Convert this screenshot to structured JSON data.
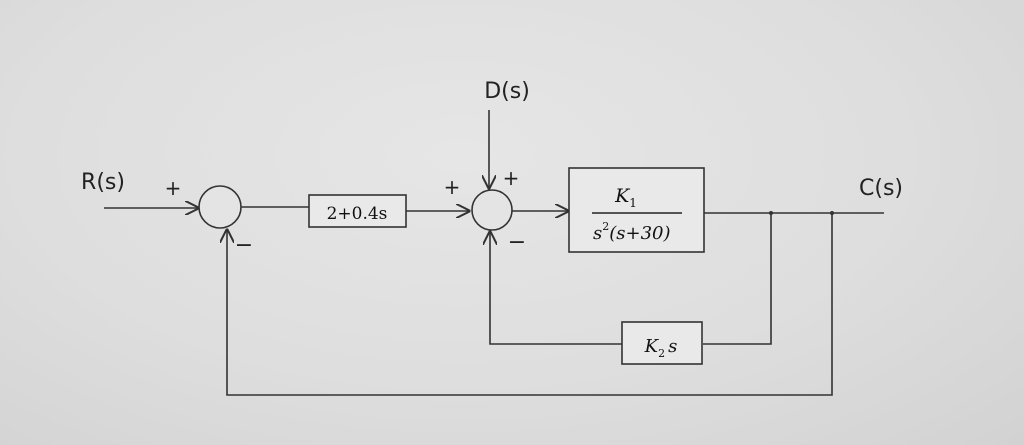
{
  "signals": {
    "input": "R(s)",
    "disturbance": "D(s)",
    "output": "C(s)"
  },
  "signs": {
    "sum1_input": "+",
    "sum1_feedback": "−",
    "sum2_input": "+",
    "sum2_disturbance": "+",
    "sum2_feedback": "−"
  },
  "blocks": {
    "controller": "2+0.4s",
    "plant": {
      "numerator": "K",
      "numerator_sub": "1",
      "denominator_s": "s",
      "denominator_exp": "2",
      "denominator_rest": "(s+30)"
    },
    "feedback": {
      "gain": "K",
      "gain_sub": "2",
      "var": "s"
    }
  }
}
